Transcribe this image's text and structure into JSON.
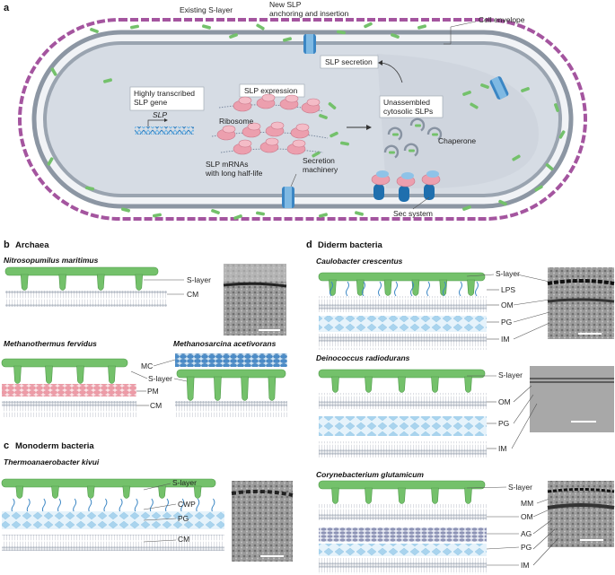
{
  "panel_a": {
    "letter": "a",
    "labels": {
      "existing_slayer": "Existing S-layer",
      "new_slp": "New SLP\nanchoring and insertion",
      "cell_envelope": "Cell envelope",
      "slp_secretion": "SLP secretion",
      "gene_box": "Highly transcribed\nSLP gene",
      "slp_gene": "SLP",
      "slp_expression": "SLP expression",
      "ribosome": "Ribosome",
      "mrna": "SLP mRNAs\nwith long half-life",
      "unassembled": "Unassembled\ncytosolic SLPs",
      "chaperone": "Chaperone",
      "secretion_machinery": "Secretion\nmachinery",
      "sec_system": "Sec system"
    }
  },
  "panel_b": {
    "letter": "b",
    "title": "Archaea",
    "sp1": "Nitrosopumilus maritimus",
    "sp2": "Methanothermus fervidus",
    "sp3": "Methanosarcina acetivorans",
    "labels": {
      "slayer": "S-layer",
      "cm": "CM",
      "mc": "MC",
      "pm": "PM"
    }
  },
  "panel_c": {
    "letter": "c",
    "title": "Monoderm bacteria",
    "sp1": "Thermoanaerobacter kivui",
    "labels": {
      "slayer": "S-layer",
      "cwp": "CWP",
      "pg": "PG",
      "cm": "CM"
    }
  },
  "panel_d": {
    "letter": "d",
    "title": "Diderm bacteria",
    "sp1": "Caulobacter crescentus",
    "sp2": "Deinococcus radiodurans",
    "sp3": "Corynebacterium glutamicum",
    "labels": {
      "slayer": "S-layer",
      "lps": "LPS",
      "om": "OM",
      "pg": "PG",
      "im": "IM",
      "mm": "MM",
      "ag": "AG"
    }
  },
  "colors": {
    "slp_green": "#74c16b",
    "slp_dark": "#4f9a49",
    "membrane": "#bcc3cc",
    "pg_blue": "#a9d4ee",
    "envelope_purple": "#a4559f",
    "cytoplasm": "#d5dbe3",
    "ribosome_pink": "#ec9fae",
    "translocon_blue": "#2c7fb8"
  }
}
